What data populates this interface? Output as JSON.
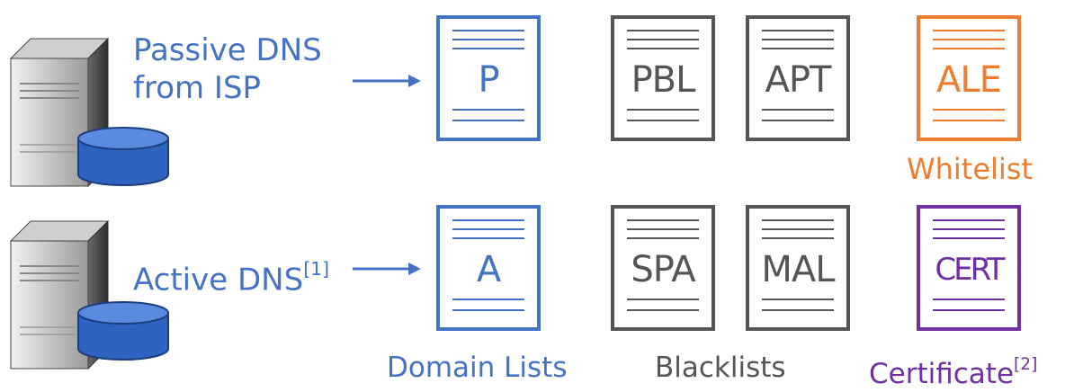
{
  "colors": {
    "blue": "#4472c4",
    "gray": "#555555",
    "orange": "#ed7d31",
    "purple": "#7030a0"
  },
  "rows": [
    {
      "source_line1": "Passive DNS",
      "source_line2": "from ISP",
      "domain_doc": "P"
    },
    {
      "source_text": "Active DNS",
      "source_ref": "[1]",
      "domain_doc": "A"
    }
  ],
  "blacklists": {
    "top": [
      "PBL",
      "APT"
    ],
    "bottom": [
      "SPA",
      "MAL"
    ]
  },
  "whitelist": {
    "doc": "ALE",
    "label": "Whitelist"
  },
  "certificate": {
    "doc": "CERT",
    "label": "Certificate",
    "ref": "[2]"
  },
  "captions": {
    "domain_lists": "Domain Lists",
    "blacklists": "Blacklists"
  },
  "icons": [
    "server-icon",
    "database-icon",
    "arrow-icon",
    "document-icon"
  ]
}
